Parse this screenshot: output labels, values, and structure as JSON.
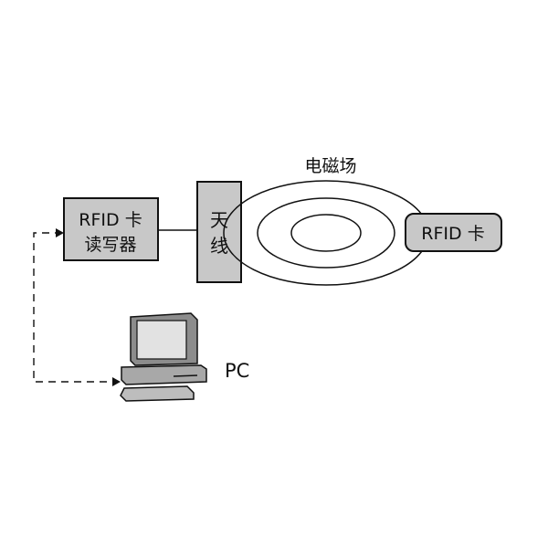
{
  "reader": {
    "line1": "RFID 卡",
    "line2": "读写器"
  },
  "antenna": {
    "char1": "天",
    "char2": "线"
  },
  "field_label": "电磁场",
  "card_label": "RFID 卡",
  "pc_label": "PC",
  "colors": {
    "box_fill": "#c8c8c8",
    "stroke": "#111111",
    "monitor_body": "#9a9a9a",
    "monitor_screen": "#e2e2e2",
    "base": "#a8a8a8"
  }
}
